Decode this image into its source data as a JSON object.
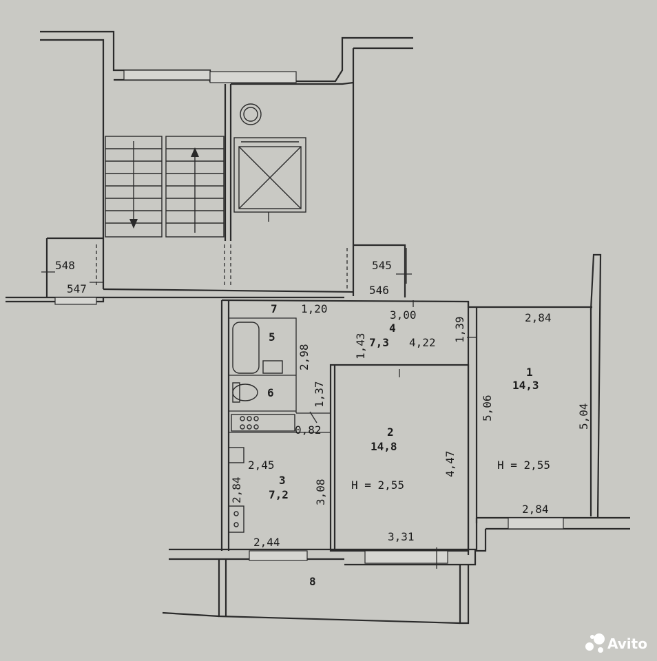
{
  "labels": {
    "num_548": "548",
    "num_547": "547",
    "num_545": "545",
    "num_546": "546",
    "num_7": "7",
    "d_1_20": "1,20",
    "d_3_00": "3,00",
    "d_2_84_top": "2,84",
    "room4": "4",
    "area4": "7,3",
    "d_4_22": "4,22",
    "d_1_43": "1,43",
    "d_1_39": "1,39",
    "room5": "5",
    "d_2_98": "2,98",
    "room6": "6",
    "d_1_37": "1,37",
    "d_0_82": "0,82",
    "room1": "1",
    "area1": "14,3",
    "d_5_06": "5,06",
    "d_5_04": "5,04",
    "h1": "H = 2,55",
    "d_2_84_bot": "2,84",
    "room2": "2",
    "area2": "14,8",
    "d_4_47": "4,47",
    "h2": "H = 2,55",
    "d_3_31": "3,31",
    "d_2_45": "2,45",
    "room3": "3",
    "area3": "7,2",
    "d_2_84_kit": "2,84",
    "d_3_08": "3,08",
    "d_2_44": "2,44",
    "room8": "8"
  },
  "watermark": {
    "text": "Avito"
  }
}
